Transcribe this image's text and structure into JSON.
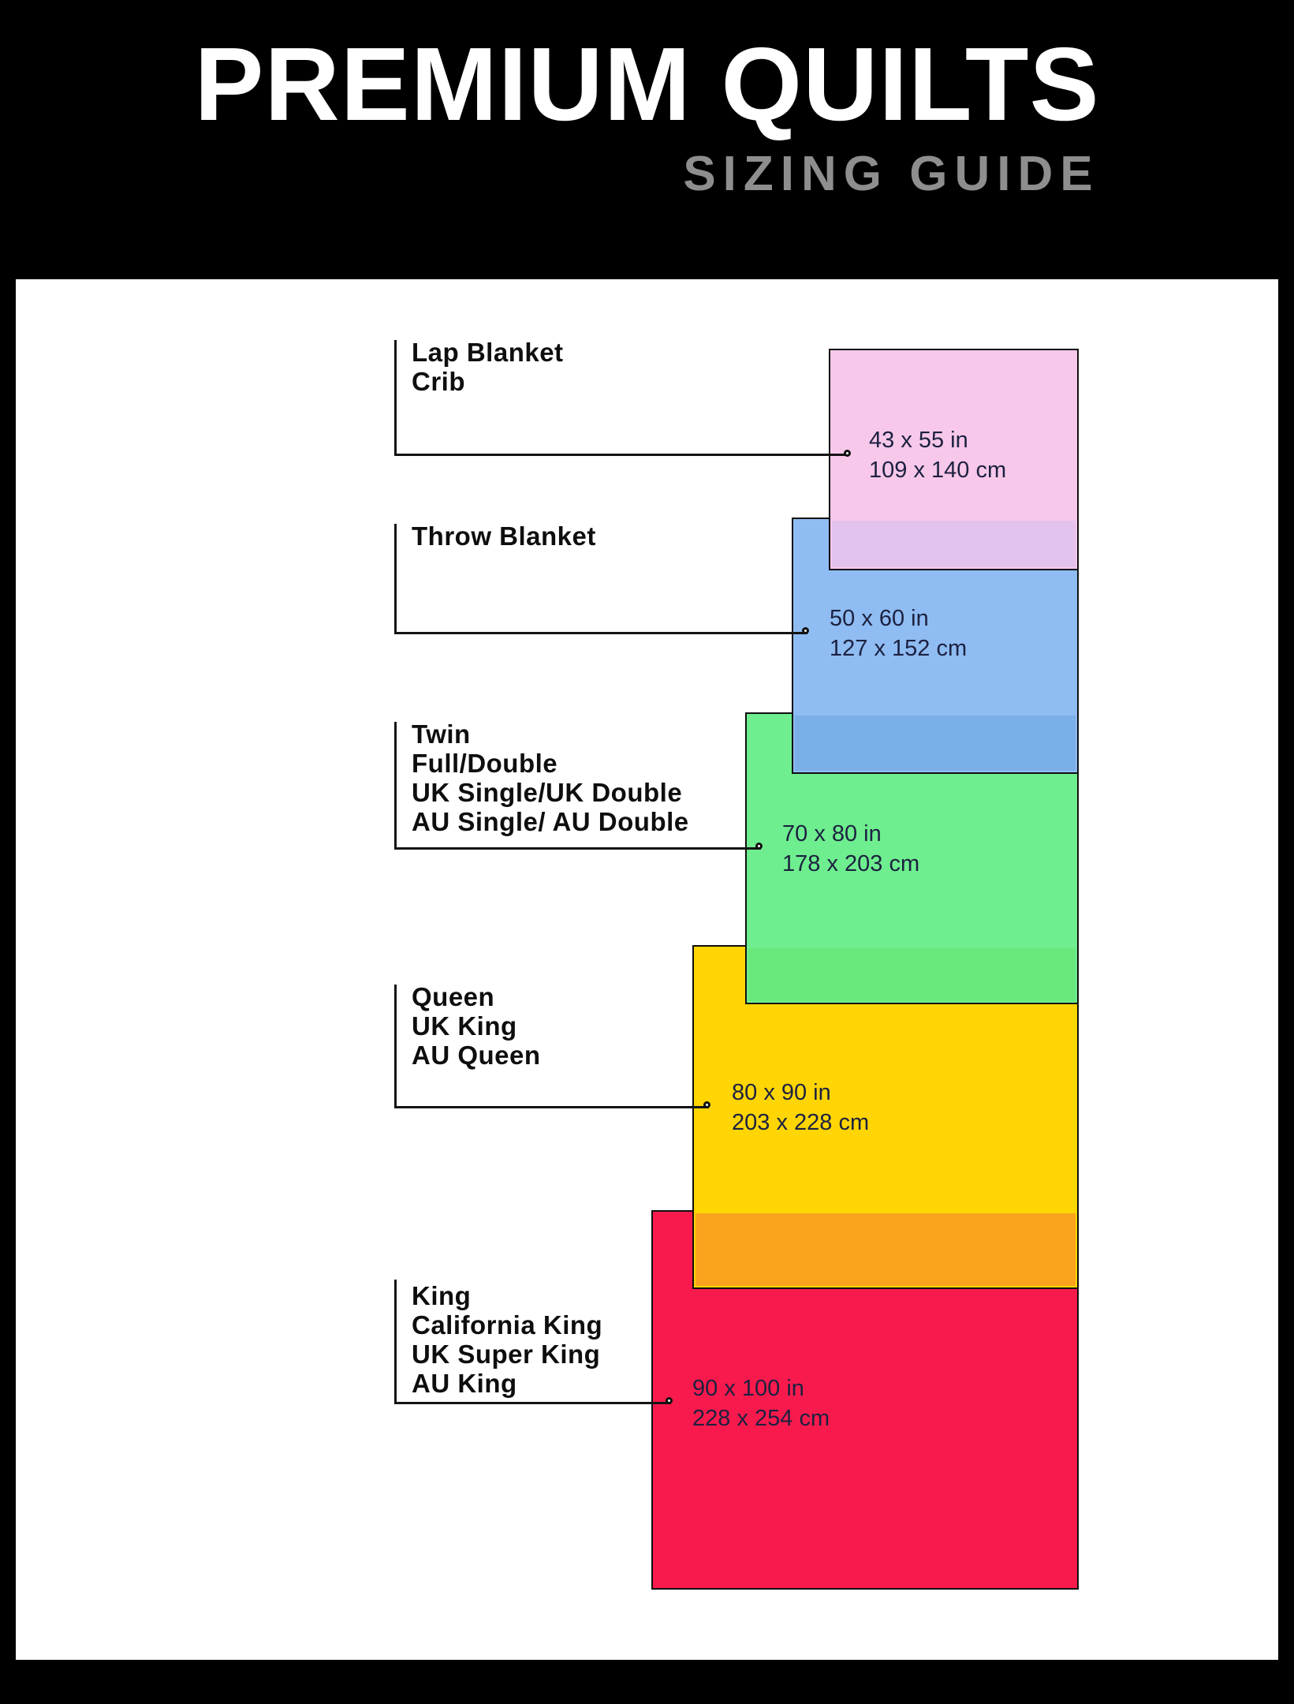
{
  "header": {
    "title": "PREMIUM QUILTS",
    "subtitle": "SIZING GUIDE"
  },
  "sizes": [
    {
      "name": "lap-blanket-crib",
      "labels": [
        "Lap Blanket",
        "Crib"
      ],
      "inches": "43 x 55 in",
      "cm": "109 x 140 cm",
      "color": "#F8C8EA"
    },
    {
      "name": "throw-blanket",
      "labels": [
        "Throw Blanket"
      ],
      "inches": "50 x 60 in",
      "cm": "127 x 152 cm",
      "color": "#8FBCF2"
    },
    {
      "name": "twin-full-double",
      "labels": [
        "Twin",
        "Full/Double",
        "UK Single/UK Double",
        "AU Single/ AU Double"
      ],
      "inches": "70 x 80 in",
      "cm": "178 x 203 cm",
      "color": "#6EEE8E"
    },
    {
      "name": "queen",
      "labels": [
        "Queen",
        "UK King",
        "AU Queen"
      ],
      "inches": "80 x 90 in",
      "cm": "203 x 228 cm",
      "color": "#FFD503"
    },
    {
      "name": "king",
      "labels": [
        "King",
        "California King",
        "UK Super King",
        "AU King"
      ],
      "inches": "90 x 100 in",
      "cm": "228 x 254 cm",
      "color": "#F91A4D"
    }
  ],
  "overlap_colors": {
    "lap_throw": "#E4C2EE",
    "throw_twin": "#7AAFE8",
    "twin_queen": "#69E97C",
    "queen_king": "#F9A41C"
  },
  "colors": {
    "frame": "#000000",
    "panel": "#FFFFFF",
    "title_text": "#FFFFFF",
    "subtitle_text": "#8E8E8E",
    "label_text": "#0E0E0E",
    "dims_text": "#1C2140",
    "line": "#141414"
  }
}
